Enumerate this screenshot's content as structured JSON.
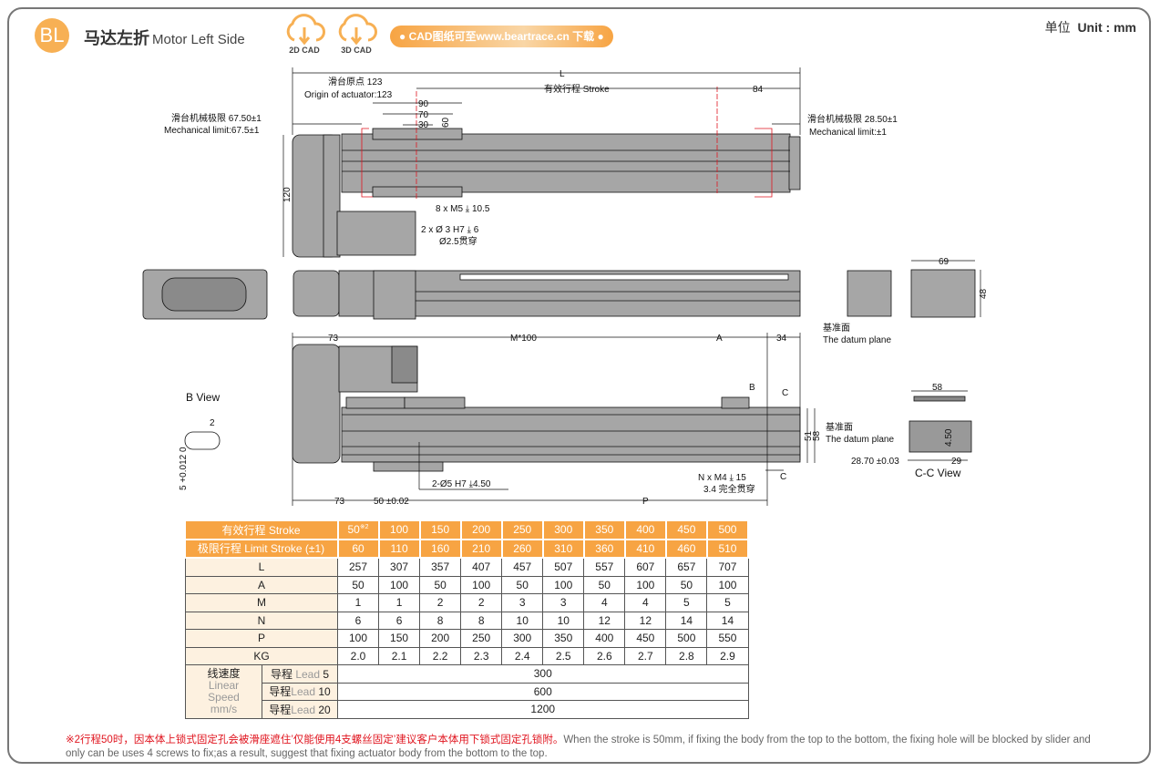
{
  "header": {
    "badge": "BL",
    "title_cn": "马达左折",
    "title_en": "Motor Left Side",
    "cad_2d": "2D CAD",
    "cad_3d": "3D CAD",
    "download_note": "● CAD图纸可至www.beartrace.cn 下载 ●",
    "unit_label": "单位",
    "unit_value": "Unit : mm"
  },
  "colors": {
    "accent": "#f7a443",
    "red": "#e0141e",
    "body": "#a6a6a6"
  },
  "drawing": {
    "L": "L",
    "origin_cn": "滑台原点 123",
    "origin_en": "Origin of actuator:123",
    "stroke": "有效行程 Stroke",
    "d84": "84",
    "d90": "90",
    "d70": "70",
    "d30": "30",
    "d60": "60",
    "d120": "120",
    "mech_left_cn": "滑台机械极限 67.50±1",
    "mech_left_en": "Mechanical limit:67.5±1",
    "mech_right_cn": "滑台机械极限 28.50±1",
    "mech_right_en": "Mechanical limit:±1",
    "m5": "8 x M5 ⤓ 10.5",
    "pin": "2 x Ø 3 H7 ⤓ 6",
    "pin_thru": "Ø2.5贯穿",
    "d69": "69",
    "d48": "48",
    "datum_cn": "基准面",
    "datum_en": "The datum plane",
    "d73_top": "73",
    "m100": "M*100",
    "A": "A",
    "d34": "34",
    "B": "B",
    "C": "C",
    "b_view": "B View",
    "b_2": "2",
    "b_5": "5  +0.012 0",
    "pin5": "2-Ø5 H7 ⤓4.50",
    "m4": "N x M4 ⤓ 15",
    "m4_thru": "3.4 完全贯穿",
    "d73_bot": "73",
    "d50": "50 ±0.02",
    "P": "P",
    "d51": "51",
    "d58v": "58",
    "d58": "58",
    "d450": "4.50",
    "d2870": "28.70 ±0.03",
    "d29": "29",
    "cc_view": "C-C View"
  },
  "table": {
    "stroke_label": "有效行程  Stroke",
    "strokes": [
      "50",
      "100",
      "150",
      "200",
      "250",
      "300",
      "350",
      "400",
      "450",
      "500"
    ],
    "stroke_note": "※2",
    "limit_label": "极限行程  Limit Stroke (±1)",
    "limits": [
      "60",
      "110",
      "160",
      "210",
      "260",
      "310",
      "360",
      "410",
      "460",
      "510"
    ],
    "rows": [
      {
        "label": "L",
        "values": [
          "257",
          "307",
          "357",
          "407",
          "457",
          "507",
          "557",
          "607",
          "657",
          "707"
        ]
      },
      {
        "label": "A",
        "values": [
          "50",
          "100",
          "50",
          "100",
          "50",
          "100",
          "50",
          "100",
          "50",
          "100"
        ]
      },
      {
        "label": "M",
        "values": [
          "1",
          "1",
          "2",
          "2",
          "3",
          "3",
          "4",
          "4",
          "5",
          "5"
        ]
      },
      {
        "label": "N",
        "values": [
          "6",
          "6",
          "8",
          "8",
          "10",
          "10",
          "12",
          "12",
          "14",
          "14"
        ]
      },
      {
        "label": "P",
        "values": [
          "100",
          "150",
          "200",
          "250",
          "300",
          "350",
          "400",
          "450",
          "500",
          "550"
        ]
      },
      {
        "label": "KG",
        "values": [
          "2.0",
          "2.1",
          "2.2",
          "2.3",
          "2.4",
          "2.5",
          "2.6",
          "2.7",
          "2.8",
          "2.9"
        ]
      }
    ],
    "speed_cn": "线速度",
    "speed_en1": "Linear",
    "speed_en2": "Speed",
    "speed_unit": "mm/s",
    "leads": [
      {
        "cn": "导程",
        "en": "Lead",
        "num": "5",
        "value": "300"
      },
      {
        "cn": "导程",
        "en": "Lead",
        "num": "10",
        "value": "600"
      },
      {
        "cn": "导程",
        "en": "Lead",
        "num": "20",
        "value": "1200"
      }
    ]
  },
  "footnote": {
    "cn": "※2行程50时，因本体上锁式固定孔会被滑座遮住’仅能使用4支螺丝固定’建议客户本体用下锁式固定孔锁附。",
    "en": "When the stroke is 50mm, if fixing the body from the top to the bottom, the fixing hole will be blocked by slider and only can be uses 4 screws to fix;as a result, suggest that fixing actuator body from the bottom to the top."
  }
}
